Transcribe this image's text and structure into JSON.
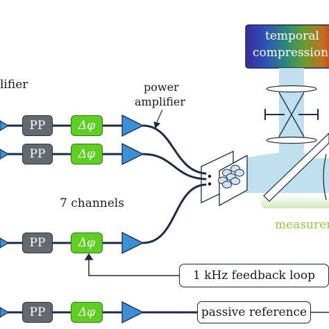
{
  "labels": {
    "amplifier_cut": "lifier",
    "power_amplifier_line1": "power",
    "power_amplifier_line2": "amplifier",
    "channels": "7 channels",
    "temporal_line1": "temporal",
    "temporal_line2": "compression",
    "measurement_cut": "measuren"
  },
  "blocks": {
    "pp": "PP",
    "phase": "Δφ"
  },
  "boxes": {
    "feedback": "1 kHz feedback loop",
    "passive_reference": "passive reference"
  },
  "colors": {
    "fiber": "#1c2b45",
    "pp_fill": "#636970",
    "phase_fill": "#5fce22",
    "amplifier_fill": "#3b8fd6",
    "beam": "#bfe0ee",
    "measurement_label": "#8ccc3c",
    "mirror": "#cfe9b9"
  }
}
